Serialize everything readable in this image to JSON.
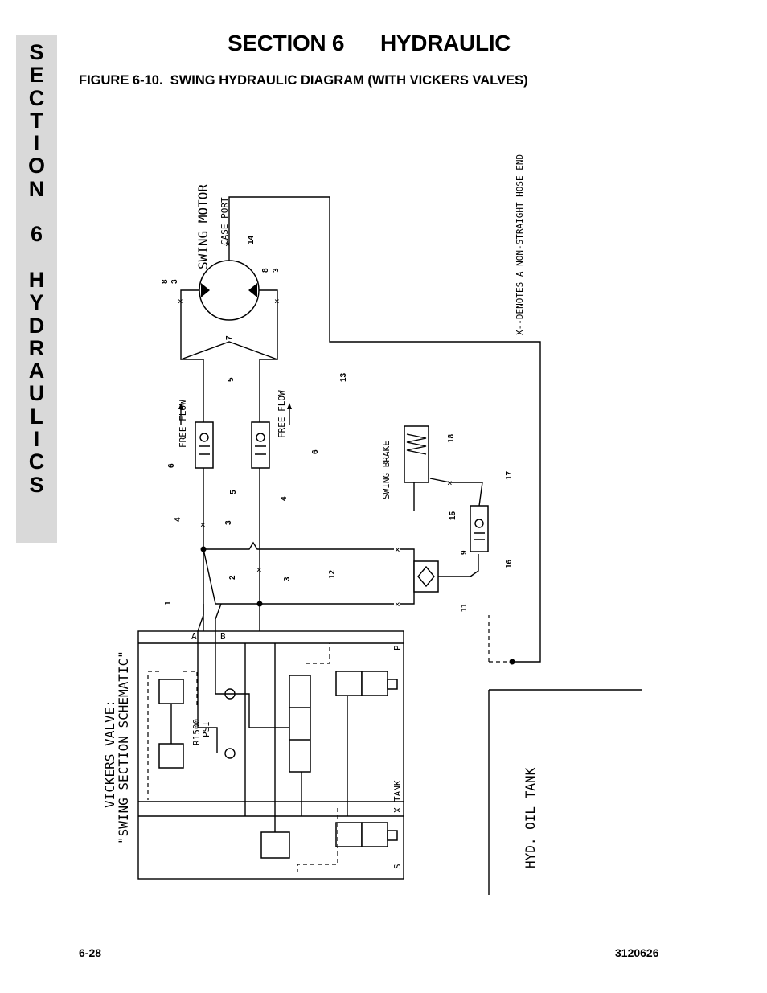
{
  "side_tab": {
    "letters": [
      "S",
      "E",
      "C",
      "T",
      "I",
      "O",
      "N",
      " ",
      "6",
      " ",
      "H",
      "Y",
      "D",
      "R",
      "A",
      "U",
      "L",
      "I",
      "C",
      "S"
    ]
  },
  "header": {
    "section_title": "SECTION 6      HYDRAULIC",
    "figure_title": "FIGURE 6-10.  SWING HYDRAULIC DIAGRAM (WITH VICKERS VALVES)"
  },
  "diagram": {
    "swing_motor": "SWING MOTOR",
    "case_port": "CASE PORT",
    "free_flow": "FREE FLOW",
    "swing_brake": "SWING BRAKE",
    "legend": "X--DENOTES A NON-STRAIGHT HOSE END",
    "tank": "HYD. OIL TANK",
    "valve_title_1": "VICKERS VALVE:",
    "valve_title_2": "\"SWING SECTION SCHEMATIC\"",
    "relief": "R1500",
    "relief_unit": "PSI",
    "port_a": "A",
    "port_b": "B",
    "port_p": "P",
    "port_tank": "TANK",
    "port_x": "X",
    "port_s": "S",
    "callouts": {
      "c1": "1",
      "c2": "2",
      "c3": "3",
      "c4": "4",
      "c5": "5",
      "c6": "6",
      "c7": "7",
      "c8": "8",
      "c9": "9",
      "c11": "11",
      "c12": "12",
      "c13": "13",
      "c14": "14",
      "c15": "15",
      "c16": "16",
      "c17": "17",
      "c18": "18"
    }
  },
  "footer": {
    "page_number": "6-28",
    "doc_number": "3120626"
  }
}
